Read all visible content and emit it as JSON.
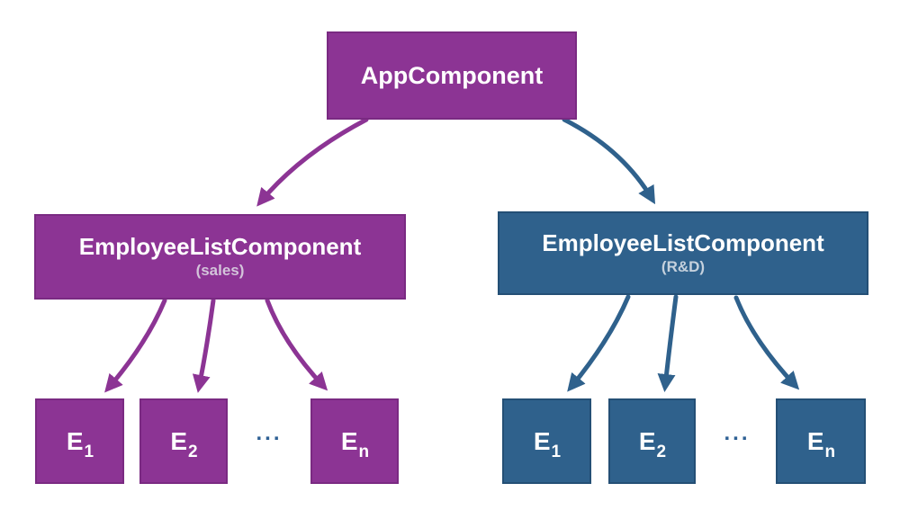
{
  "colors": {
    "background": "#ffffff",
    "purple": "#8c3494",
    "purple_border": "#7a2a82",
    "blue": "#2f618c",
    "blue_border": "#244f75",
    "text": "#ffffff",
    "sublabel_purple": "#d3c4da",
    "sublabel_blue": "#c5d1dd",
    "ellipsis": "#2e6094"
  },
  "tree": {
    "root": {
      "label": "AppComponent"
    },
    "branches": [
      {
        "label": "EmployeeListComponent",
        "sublabel": "(sales)",
        "ellipsis": "...",
        "children": [
          {
            "base": "E",
            "sub": "1"
          },
          {
            "base": "E",
            "sub": "2"
          },
          {
            "base": "E",
            "sub": "n"
          }
        ]
      },
      {
        "label": "EmployeeListComponent",
        "sublabel": "(R&D)",
        "ellipsis": "...",
        "children": [
          {
            "base": "E",
            "sub": "1"
          },
          {
            "base": "E",
            "sub": "2"
          },
          {
            "base": "E",
            "sub": "n"
          }
        ]
      }
    ]
  }
}
